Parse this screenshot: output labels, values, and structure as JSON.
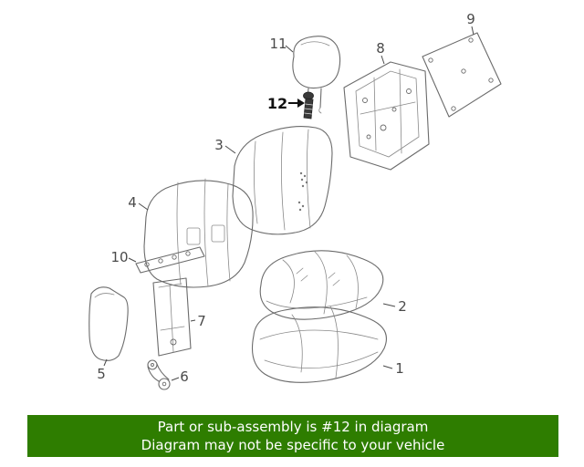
{
  "diagram": {
    "callouts": {
      "c1": "1",
      "c2": "2",
      "c3": "3",
      "c4": "4",
      "c5": "5",
      "c6": "6",
      "c7": "7",
      "c8": "8",
      "c9": "9",
      "c10": "10",
      "c11": "11",
      "c12": "12"
    },
    "highlighted_part": "12"
  },
  "banner": {
    "line1": "Part or sub-assembly is #12 in diagram",
    "line2": "Diagram may not be specific to your vehicle",
    "background_color": "#2e7d00",
    "text_color": "#ffffff"
  }
}
